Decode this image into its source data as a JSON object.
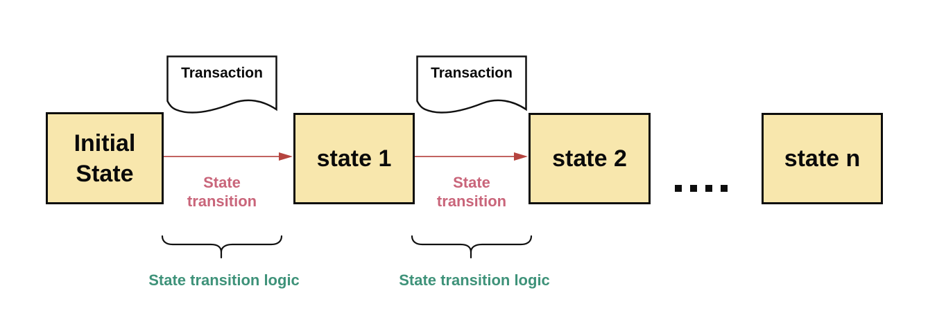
{
  "diagram": {
    "boxes": [
      {
        "label": "Initial State"
      },
      {
        "label": "state 1"
      },
      {
        "label": "state 2"
      },
      {
        "label": "state n"
      }
    ],
    "documents": [
      {
        "label": "Transaction"
      },
      {
        "label": "Transaction"
      }
    ],
    "transition_labels": [
      {
        "label": "State transition"
      },
      {
        "label": "State transition"
      }
    ],
    "logic_labels": [
      {
        "label": "State transition logic"
      },
      {
        "label": "State transition logic"
      }
    ],
    "ellipsis": "...."
  },
  "colors": {
    "box_fill": "#f8e7ad",
    "box_border": "#0d0d0d",
    "arrow_line": "#c26360",
    "arrow_head": "#b5443f",
    "pink_label": "#c9657a",
    "green_label": "#3e9279",
    "line_color": "#111111",
    "doc_fill": "#ffffff"
  }
}
